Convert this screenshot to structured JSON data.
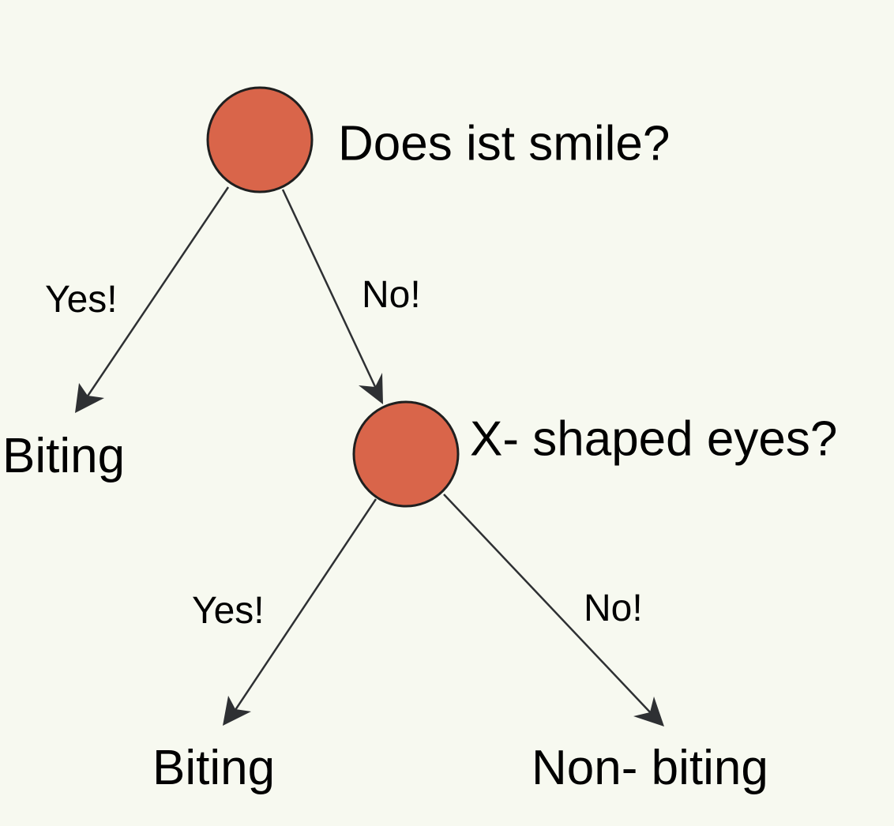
{
  "colors": {
    "background": "#f7f9f0",
    "node_fill": "#d9654a",
    "node_stroke": "#1f1f1f",
    "edge": "#2e3033",
    "text": "#000000"
  },
  "nodes": {
    "root": {
      "question": "Does ist smile?"
    },
    "second": {
      "question": "X- shaped eyes?"
    }
  },
  "edges": {
    "root_yes": "Yes!",
    "root_no": "No!",
    "second_yes": "Yes!",
    "second_no": "No!"
  },
  "leaves": {
    "left": "Biting",
    "bottom_left": "Biting",
    "bottom_right": "Non- biting"
  }
}
